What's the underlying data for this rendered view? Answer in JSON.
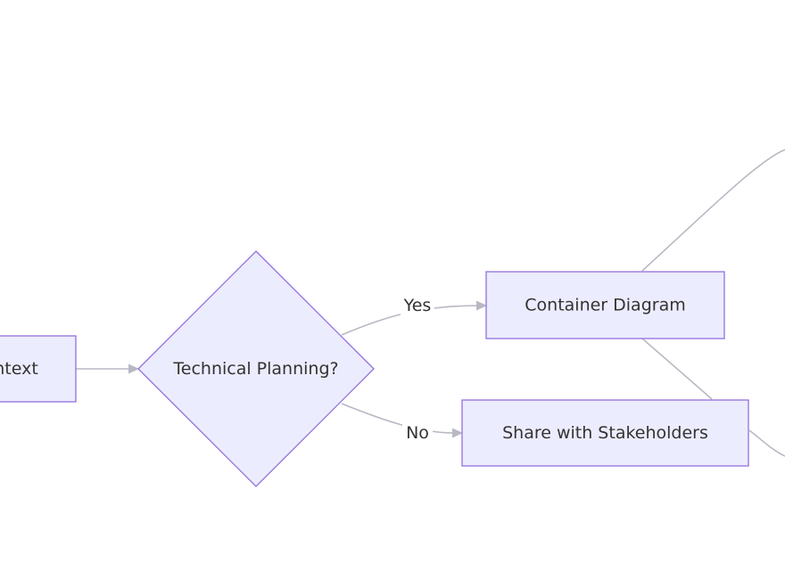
{
  "diagram": {
    "type": "flowchart",
    "nodes": {
      "context": {
        "label": "ntext"
      },
      "decision": {
        "label": "Technical Planning?"
      },
      "container": {
        "label": "Container Diagram"
      },
      "share": {
        "label": "Share with Stakeholders"
      }
    },
    "edges": {
      "yes": {
        "label": "Yes"
      },
      "no": {
        "label": "No"
      }
    }
  }
}
